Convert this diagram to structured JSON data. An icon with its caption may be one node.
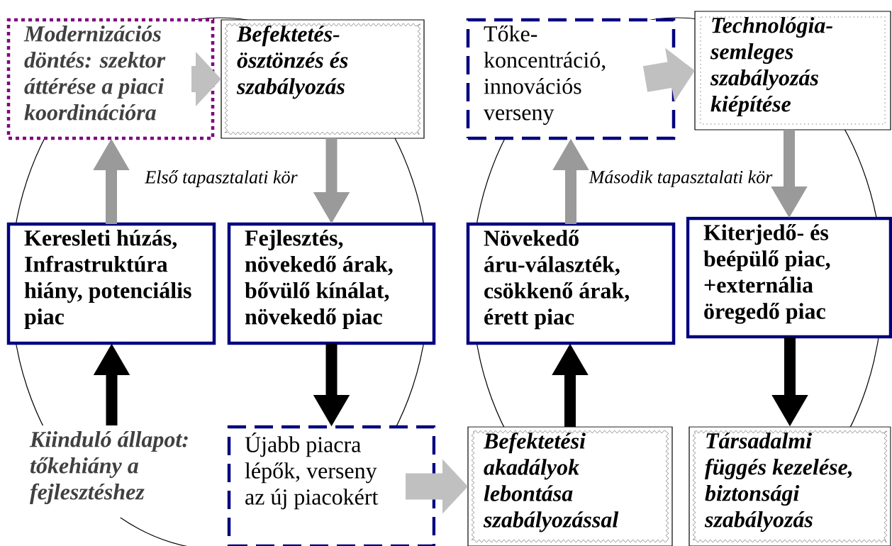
{
  "diagram": {
    "nodes": [
      {
        "text": [
          "Modernizációs döntés: szektor áttérése a piaci koordinációra"
        ]
      },
      {
        "text": [
          "Befektetés-ösztönzés és szabályozás"
        ]
      },
      {
        "text": [
          "Tőke-koncentráció, innovációs verseny"
        ]
      },
      {
        "text": [
          "Technológia-semleges szabályozás kiépítése"
        ]
      },
      {
        "text": [
          "Keresleti húzás, Infrastruktúra hiány, potenciális piac"
        ]
      },
      {
        "text": [
          "Fejlesztés, növekedő árak, bővülő kínálat, növekedő piac"
        ]
      },
      {
        "text": [
          "Növekedő áru-választék, csökkenő árak, érett piac"
        ]
      },
      {
        "text": [
          "Kiterjedő- és beépülő piac, +externália öregedő piac"
        ]
      },
      {
        "text": [
          "Kiinduló állapot: tőkehiány a fejlesztéshez"
        ]
      },
      {
        "text": [
          "Újabb piacra lépők, verseny az új piacokért"
        ]
      },
      {
        "text": [
          "Befektetési akadályok lebontása szabályozással"
        ]
      },
      {
        "text": [
          "Társadalmi függés kezelése, biztonsági szabályozás"
        ]
      }
    ],
    "edges": [
      {
        "from": 0,
        "to": 1,
        "arrow": "to",
        "style": "thick",
        "color": "#c0c0c0"
      },
      {
        "from": 1,
        "to": 5,
        "arrow": "to",
        "color": "#9a9a9a"
      },
      {
        "from": 4,
        "to": 0,
        "arrow": "to",
        "color": "#9a9a9a"
      },
      {
        "from": 8,
        "to": 4,
        "arrow": "to",
        "color": "#000000"
      },
      {
        "from": 5,
        "to": 9,
        "arrow": "to",
        "color": "#000000"
      },
      {
        "from": 9,
        "to": 10,
        "arrow": "to",
        "style": "thick",
        "color": "#c0c0c0"
      },
      {
        "from": 10,
        "to": 6,
        "arrow": "to",
        "color": "#000000"
      },
      {
        "from": 6,
        "to": 2,
        "arrow": "to",
        "color": "#9a9a9a"
      },
      {
        "from": 2,
        "to": 3,
        "arrow": "to",
        "style": "thick",
        "color": "#c0c0c0"
      },
      {
        "from": 3,
        "to": 7,
        "arrow": "to",
        "color": "#9a9a9a"
      },
      {
        "from": 7,
        "to": 11,
        "arrow": "to",
        "color": "#000000"
      }
    ],
    "labels": [
      "Első tapasztalati kör",
      "Második tapasztalati kör"
    ]
  }
}
